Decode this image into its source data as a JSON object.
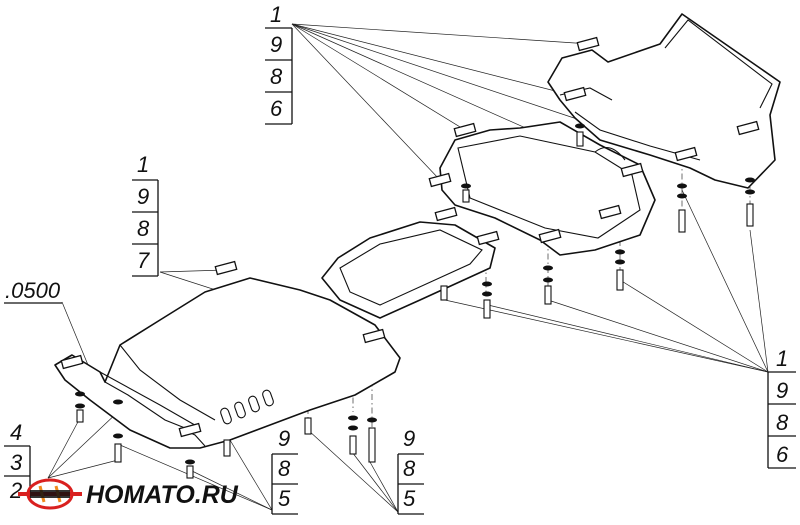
{
  "callouts": {
    "top": [
      "1",
      "9",
      "8",
      "6"
    ],
    "left": [
      "1",
      "9",
      "8",
      "7"
    ],
    "part_no": ".0500",
    "bottom_left": [
      "4",
      "3",
      "2"
    ],
    "bottom_mid": [
      "9",
      "8",
      "5"
    ],
    "bottom_mid2": [
      "9",
      "8",
      "5"
    ],
    "right": [
      "1",
      "9",
      "8",
      "6"
    ]
  },
  "logo": {
    "text": "HOMATO.RU",
    "colors": {
      "red": "#d9201f",
      "orange": "#f08a1c",
      "dark": "#111111"
    }
  }
}
